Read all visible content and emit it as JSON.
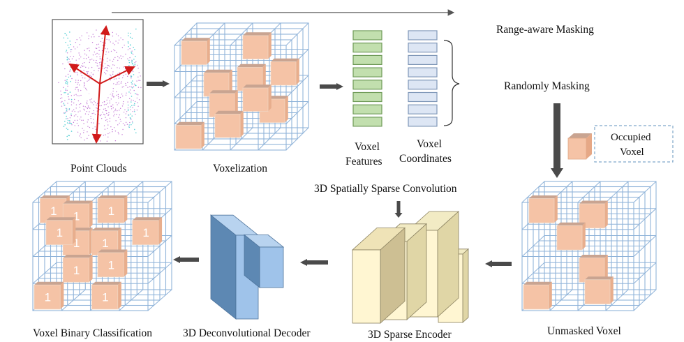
{
  "labels": {
    "range_aware_masking": "Range-aware Masking",
    "randomly_masking": "Randomly Masking",
    "point_clouds": "Point Clouds",
    "voxelization": "Voxelization",
    "voxel_features_1": "Voxel",
    "voxel_features_2": "Features",
    "voxel_coordinates_1": "Voxel",
    "voxel_coordinates_2": "Coordinates",
    "occupied_voxel_1": "Occupied",
    "occupied_voxel_2": "Voxel",
    "sparse_convolution": "3D Spatially Sparse Convolution",
    "binary_classification": "Voxel Binary Classification",
    "deconv_decoder": "3D Deconvolutional Decoder",
    "sparse_encoder": "3D Sparse Encoder",
    "unmasked_voxel": "Unmasked Voxel",
    "occupancy_value": "1"
  },
  "colors": {
    "grid": "#8fb3d9",
    "voxel_front": "#f5c3a6",
    "voxel_top": "#c9a491",
    "feature_fill": "#c2dfae",
    "feature_stroke": "#6f9a58",
    "coord_fill": "#dde6f4",
    "coord_stroke": "#7f97b7",
    "arrow": "#4a4a4a",
    "encoder_front": "#fff6d2",
    "encoder_side": "#e0d6a6",
    "decoder_front": "#9fc3ea",
    "decoder_side": "#5d88b3",
    "points": "#c47bd6",
    "points_cyan": "#5ad1d6",
    "point_arrow": "#d11a1a",
    "dashed_box": "#7fa6c9"
  }
}
